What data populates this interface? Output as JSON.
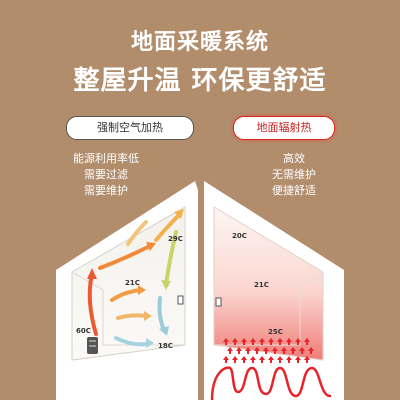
{
  "header": {
    "title": "地面采暖系统",
    "subtitle": "整屋升温  环保更舒适"
  },
  "left": {
    "badge": "强制空气加热",
    "points": [
      "能源利用率低",
      "需要过滤",
      "需要维护"
    ],
    "temps": {
      "ceiling": "29C",
      "middle": "21C",
      "heater": "60C",
      "floor": "18C"
    }
  },
  "right": {
    "badge": "地面辐射热",
    "points": [
      "高效",
      "无需维护",
      "便捷舒适"
    ],
    "temps": {
      "ceiling": "20C",
      "middle": "21C",
      "floor": "25C"
    }
  },
  "colors": {
    "background": "#b18d6c",
    "badge_right_text": "#c7201e",
    "heat_red": "#e8232a",
    "heat_orange": "#f29a3a"
  }
}
